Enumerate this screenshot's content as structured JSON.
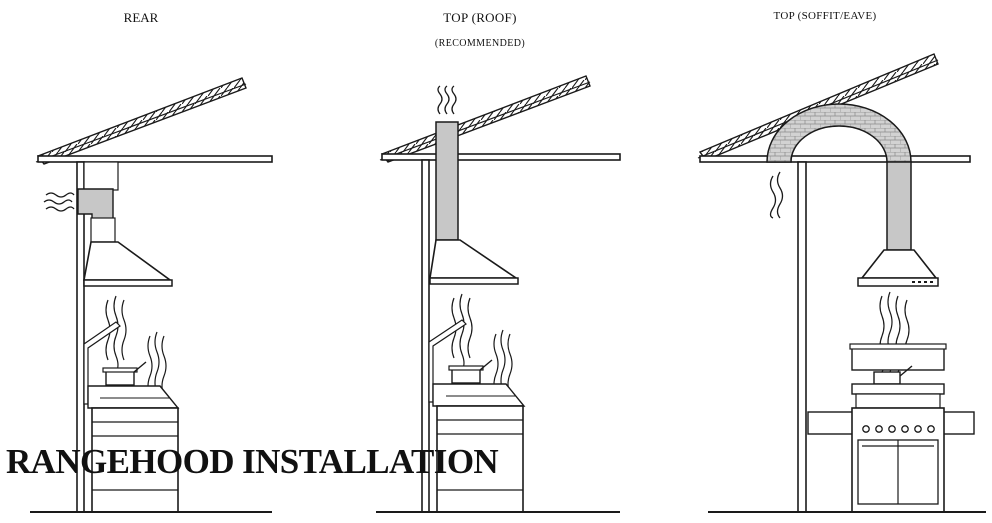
{
  "labels": {
    "rear": "REAR",
    "top_roof": "TOP (ROOF)",
    "top_roof_sub": "(RECOMMENDED)",
    "top_soffit": "TOP (SOFFIT/EAVE)"
  },
  "title": "RANGEHOOD INSTALLATION",
  "colors": {
    "line": "#1a1a1a",
    "duct": "#c7c7c7",
    "duct_dark": "#a9a9a9",
    "background": "#ffffff"
  },
  "icons": [
    "roof-shingles",
    "range-hood",
    "stove",
    "oven",
    "air-flow-waves",
    "arched-duct"
  ]
}
